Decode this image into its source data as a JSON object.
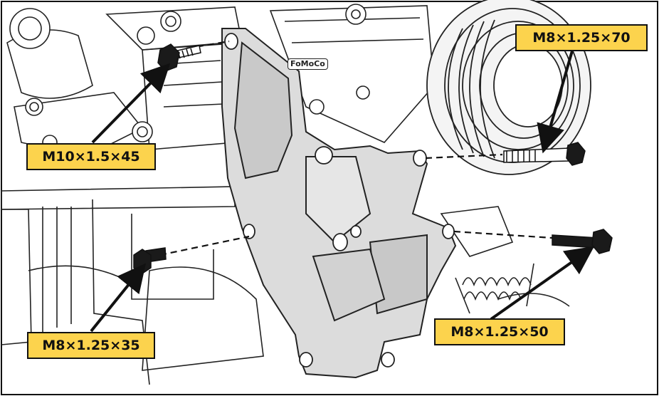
{
  "diagram": {
    "logo_text": "FoMoCo",
    "callouts": [
      {
        "id": "m10",
        "text": "M10×1.5×45"
      },
      {
        "id": "m8_70",
        "text": "M8×1.25×70"
      },
      {
        "id": "m8_35",
        "text": "M8×1.25×35"
      },
      {
        "id": "m8_50",
        "text": "M8×1.25×50"
      }
    ],
    "colors": {
      "label_fill": "#fcd34d",
      "bracket_fill": "#dcdcdc",
      "line": "#111111"
    }
  }
}
